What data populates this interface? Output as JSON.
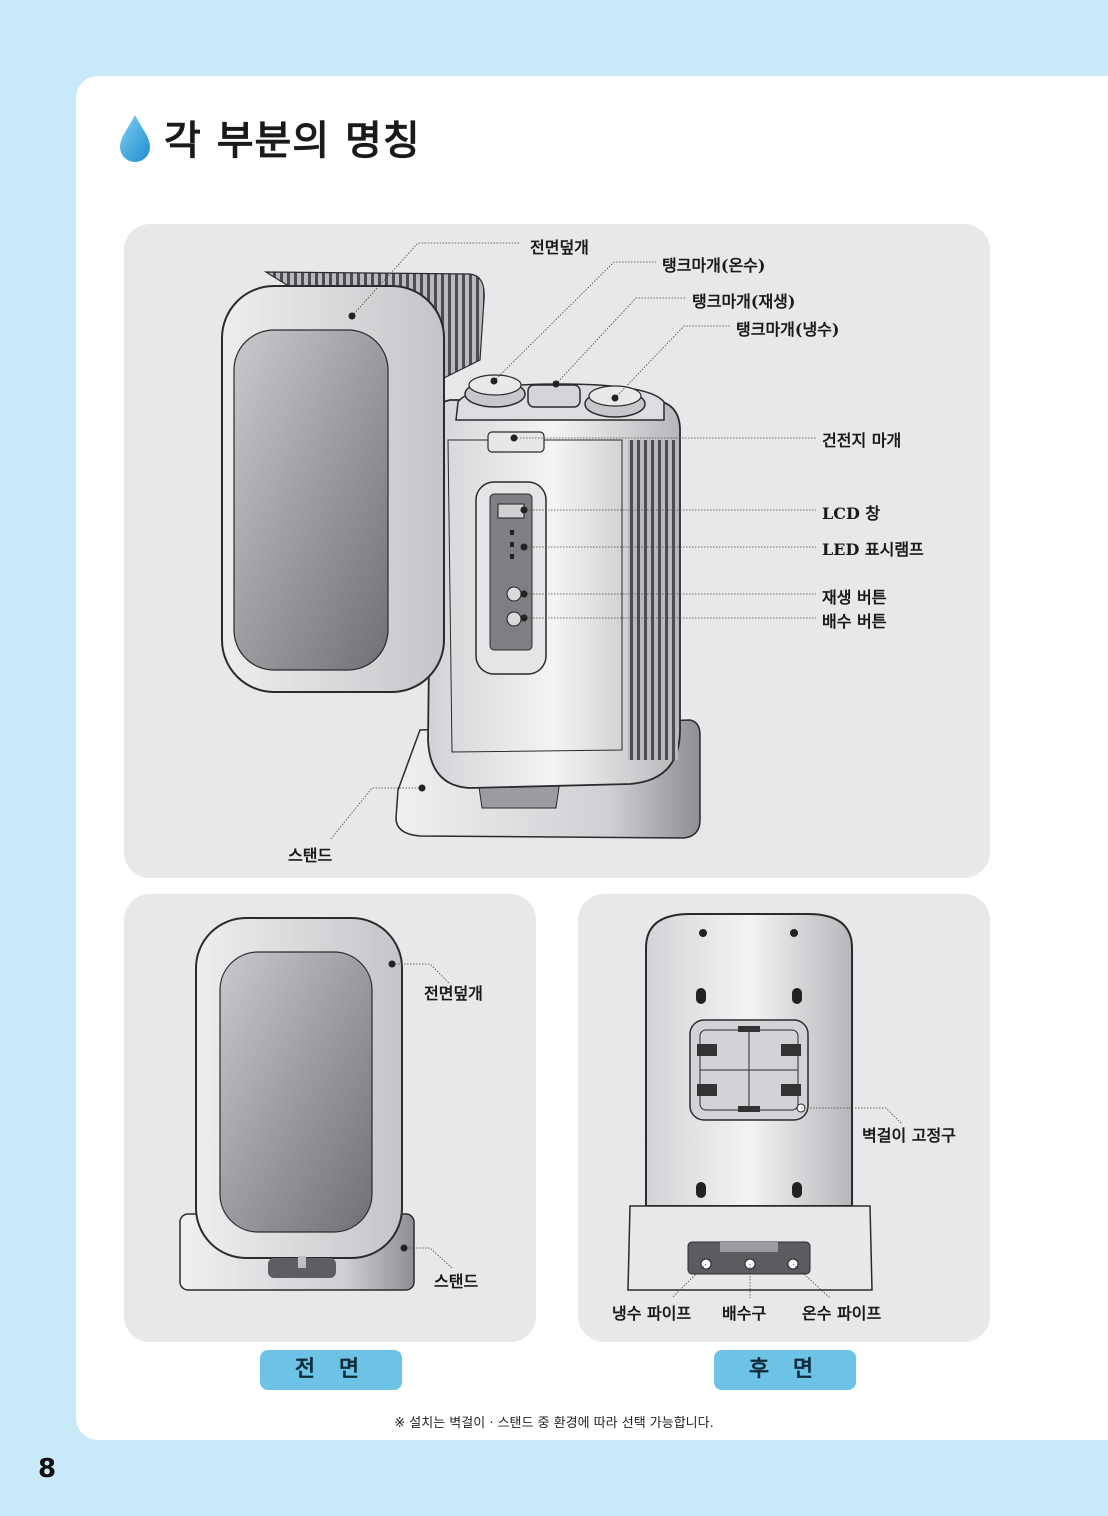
{
  "page": {
    "title": "각 부분의 명칭",
    "page_number": "8",
    "note": "※ 설치는 벽걸이 · 스탠드 중 환경에 따라 선택 가능합니다."
  },
  "main_diagram": {
    "labels": {
      "front_cover": "전면덮개",
      "tank_cap_hot": "탱크마개(온수)",
      "tank_cap_regen": "탱크마개(재생)",
      "tank_cap_cold": "탱크마개(냉수)",
      "battery_cap": "건전지 마개",
      "lcd_window": "LCD 창",
      "led_lamp": "LED 표시램프",
      "regen_button": "재생 버튼",
      "drain_button": "배수 버튼",
      "stand": "스탠드"
    }
  },
  "front_view": {
    "caption": "전 면",
    "labels": {
      "front_cover": "전면덮개",
      "stand": "스탠드"
    }
  },
  "rear_view": {
    "caption": "후 면",
    "labels": {
      "wall_mount": "벽걸이 고정구",
      "cold_pipe": "냉수 파이프",
      "drain": "배수구",
      "hot_pipe": "온수 파이프"
    }
  },
  "colors": {
    "background": "#c8e9f8",
    "panel": "#e7e8ea",
    "caption_tag": "#6cc3e6",
    "drop_icon": "#3aa5dc"
  }
}
